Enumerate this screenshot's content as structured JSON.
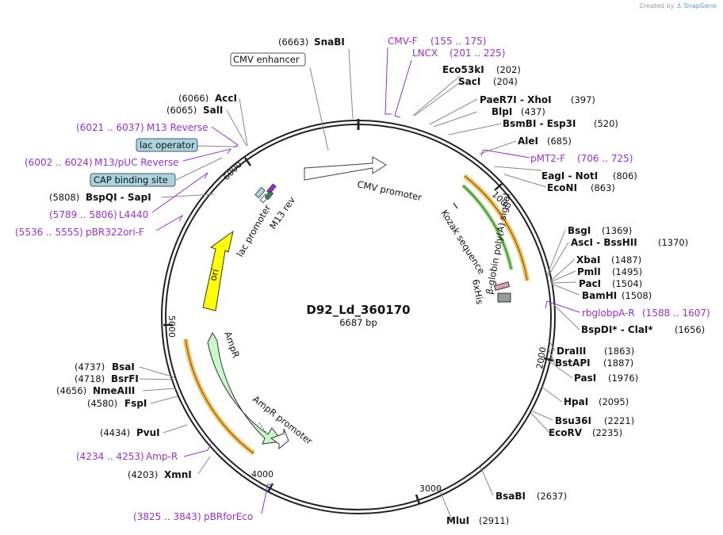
{
  "brand": {
    "created_by": "Created by",
    "app": "SnapGene"
  },
  "plasmid": {
    "name": "D92_Ld_360170",
    "length_label": "6687 bp",
    "length": 6687
  },
  "ticks": [
    "1000",
    "2000",
    "3000",
    "4000",
    "5000",
    "6000"
  ],
  "colors": {
    "primer": "#9a2fd1",
    "ampR": "#c8f7c8",
    "ori": "#ffff00",
    "primer_bind": "#f0a020",
    "kozak_bind": "#2e8b2e",
    "boxed_feature": "#a8d4e0",
    "bb_outer": "#222222"
  },
  "enzymes": [
    {
      "pos": "(6663)",
      "name": "SnaBI"
    },
    {
      "pos": "(202)",
      "name": "Eco53kI"
    },
    {
      "pos": "(204)",
      "name": "SacI"
    },
    {
      "pos": "(397)",
      "name": "PaeR7I - XhoI"
    },
    {
      "pos": "(437)",
      "name": "BlpI"
    },
    {
      "pos": "(520)",
      "name": "BsmBI - Esp3I"
    },
    {
      "pos": "(685)",
      "name": "AleI"
    },
    {
      "pos": "(806)",
      "name": "EagI - NotI"
    },
    {
      "pos": "(863)",
      "name": "EcoNI"
    },
    {
      "pos": "(1369)",
      "name": "BsgI"
    },
    {
      "pos": "(1370)",
      "name": "AscI - BssHII"
    },
    {
      "pos": "(1487)",
      "name": "XbaI"
    },
    {
      "pos": "(1495)",
      "name": "PmlI"
    },
    {
      "pos": "(1504)",
      "name": "PacI"
    },
    {
      "pos": "(1508)",
      "name": "BamHI"
    },
    {
      "pos": "(1656)",
      "name": "BspDI* - ClaI*"
    },
    {
      "pos": "(1863)",
      "name": "DraIII"
    },
    {
      "pos": "(1887)",
      "name": "BstAPI"
    },
    {
      "pos": "(1976)",
      "name": "PasI"
    },
    {
      "pos": "(2095)",
      "name": "HpaI"
    },
    {
      "pos": "(2221)",
      "name": "Bsu36I"
    },
    {
      "pos": "(2235)",
      "name": "EcoRV"
    },
    {
      "pos": "(2637)",
      "name": "BsaBI"
    },
    {
      "pos": "(2911)",
      "name": "MluI"
    },
    {
      "pos": "(4203)",
      "name": "XmnI"
    },
    {
      "pos": "(4434)",
      "name": "PvuI"
    },
    {
      "pos": "(4580)",
      "name": "FspI"
    },
    {
      "pos": "(4656)",
      "name": "NmeAIII"
    },
    {
      "pos": "(4718)",
      "name": "BsrFI"
    },
    {
      "pos": "(4737)",
      "name": "BsaI"
    },
    {
      "pos": "(5808)",
      "name": "BspQI - SapI"
    },
    {
      "pos": "(6065)",
      "name": "SalI"
    },
    {
      "pos": "(6066)",
      "name": "AccI"
    }
  ],
  "primers": [
    {
      "name": "CMV-F",
      "range": "(155 .. 175)"
    },
    {
      "name": "LNCX",
      "range": "(201 .. 225)"
    },
    {
      "name": "pMT2-F",
      "range": "(706 .. 725)"
    },
    {
      "name": "rbglobpA-R",
      "range": "(1588 .. 1607)"
    },
    {
      "name": "pBRforEco",
      "range": "(3825 .. 3843)"
    },
    {
      "name": "Amp-R",
      "range": "(4234 .. 4253)"
    },
    {
      "name": "pBR322ori-F",
      "range": "(5536 .. 5555)"
    },
    {
      "name": "L4440",
      "range": "(5789 .. 5806)"
    },
    {
      "name": "M13/pUC Reverse",
      "range": "(6002 .. 6024)"
    },
    {
      "name": "M13 Reverse",
      "range": "(6021 .. 6037)"
    }
  ],
  "boxed_features": [
    "CMV enhancer",
    "lac operator",
    "CAP binding site"
  ],
  "features": [
    "CMV promoter",
    "Kozak sequence",
    "6xHis",
    "β-globin poly(A) signal",
    "AmpR",
    "AmpR promoter",
    "ori",
    "lac promoter",
    "M13 rev"
  ]
}
